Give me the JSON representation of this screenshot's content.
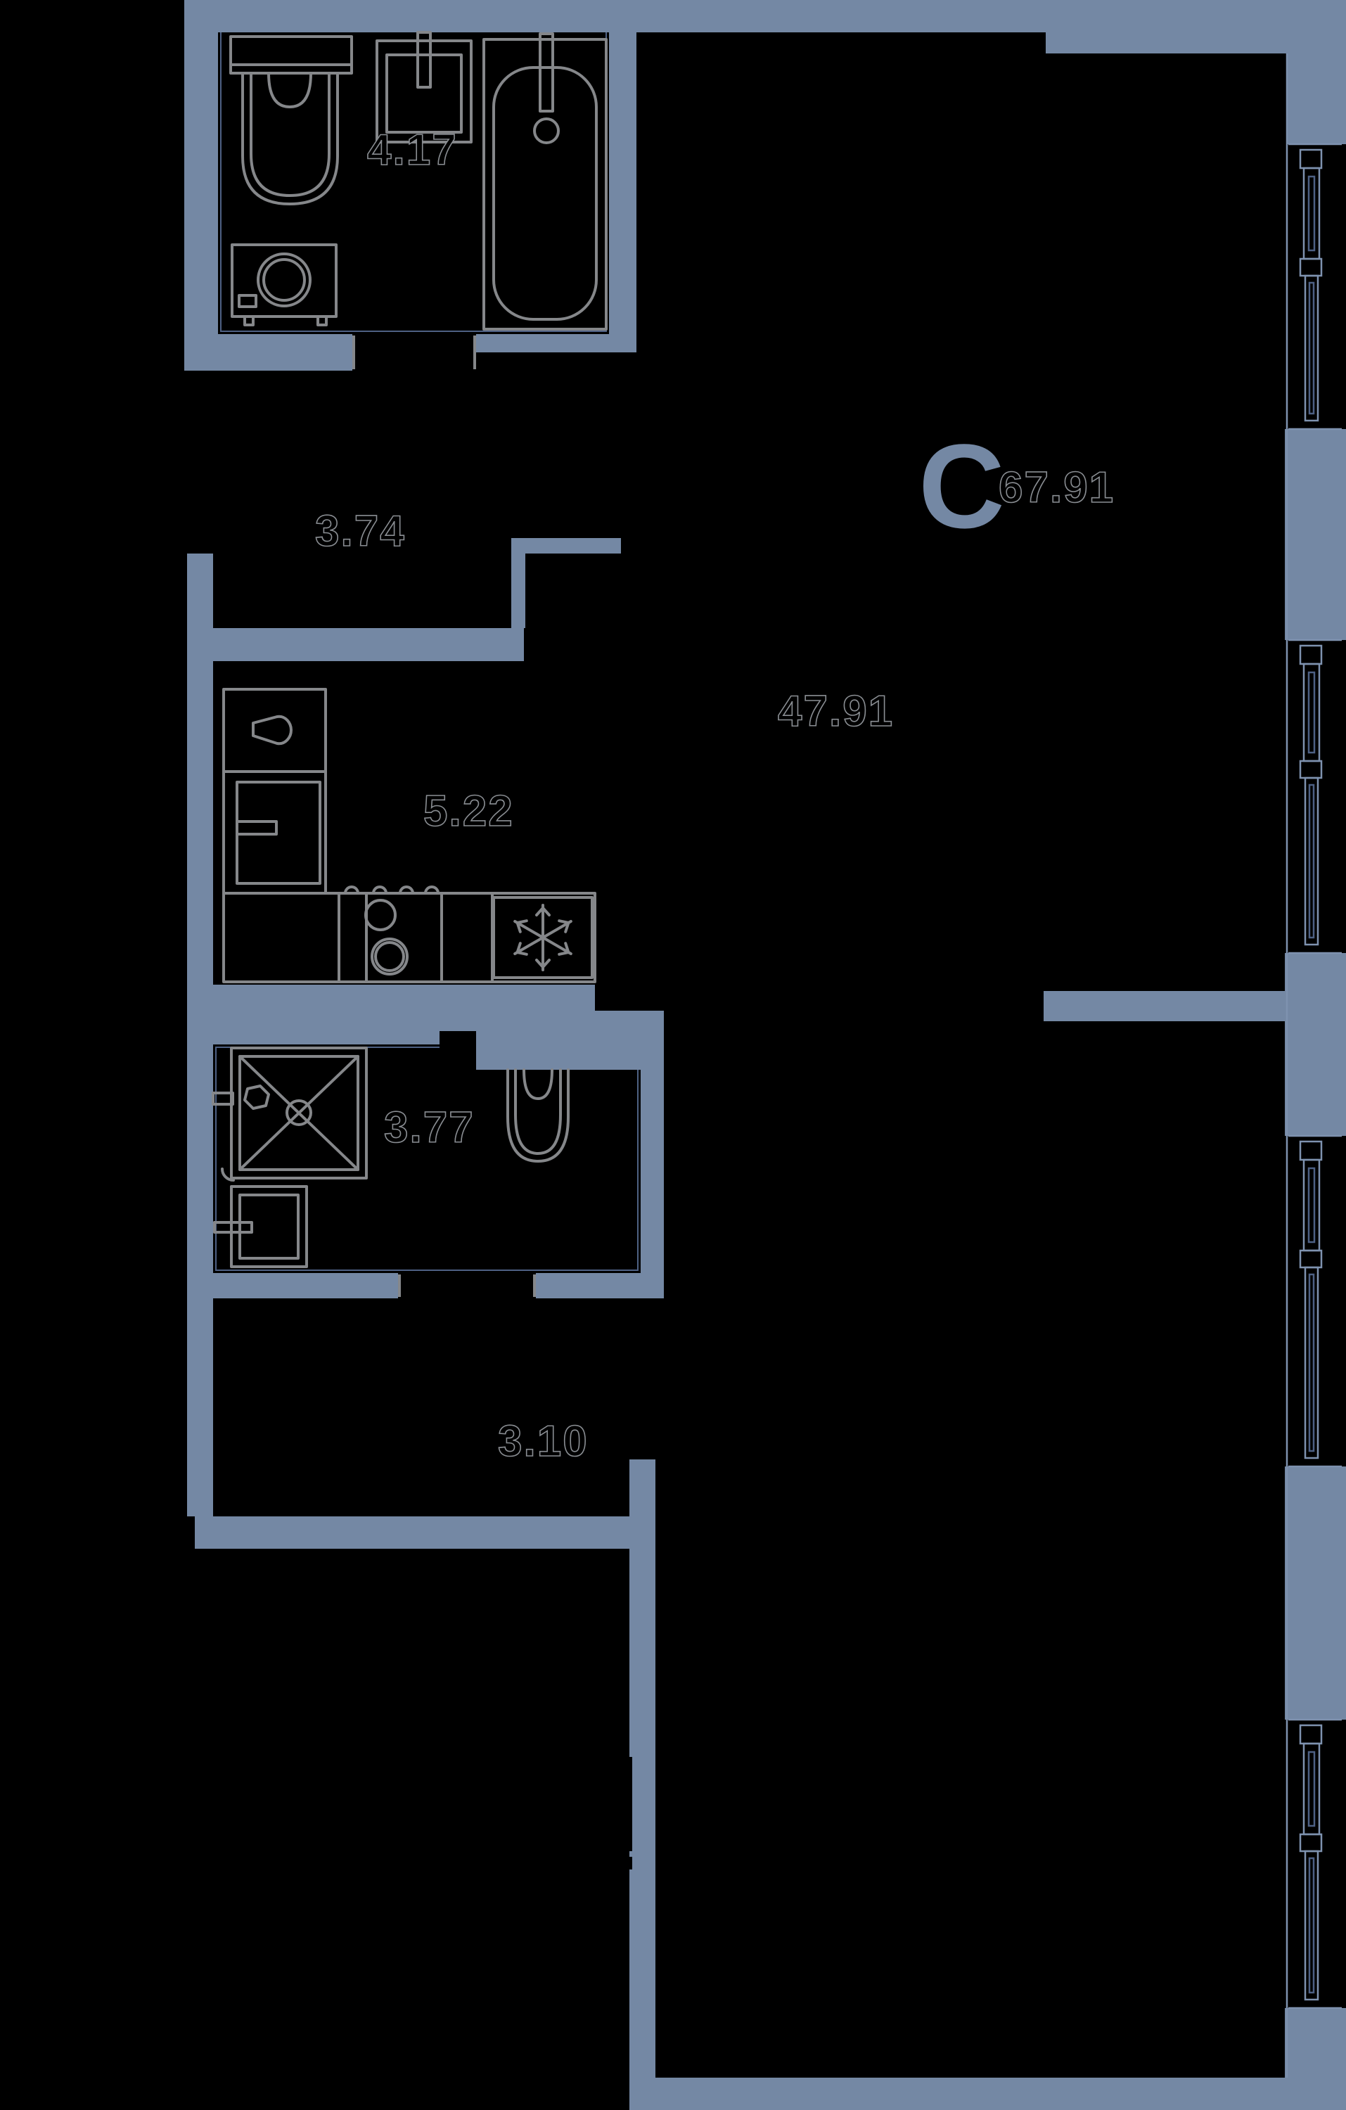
{
  "plan": {
    "compass_letter": "С",
    "total_area": "67.91",
    "rooms": [
      {
        "name": "bathroom-top",
        "area": "4.17"
      },
      {
        "name": "hallway-upper",
        "area": "3.74"
      },
      {
        "name": "kitchen",
        "area": "5.22"
      },
      {
        "name": "living-room",
        "area": "47.91"
      },
      {
        "name": "bathroom-lower",
        "area": "3.77"
      },
      {
        "name": "hallway-lower",
        "area": "3.10"
      }
    ],
    "colors": {
      "background": "#000000",
      "wall": "#7488a4",
      "fixture": "#85878a",
      "label_outline": "#8a8e93"
    }
  }
}
